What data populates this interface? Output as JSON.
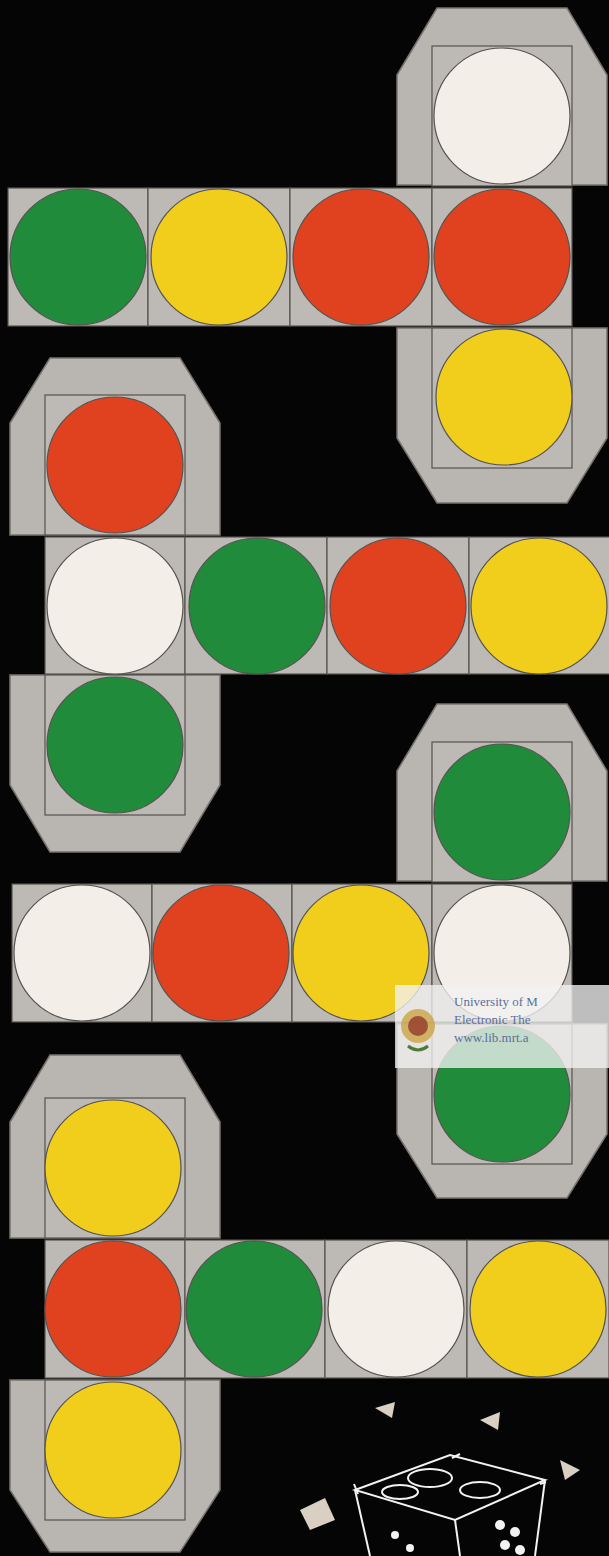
{
  "diagram": {
    "labels": [
      "University of M",
      "Electronic The",
      "www.lib.mrt.a"
    ]
  }
}
